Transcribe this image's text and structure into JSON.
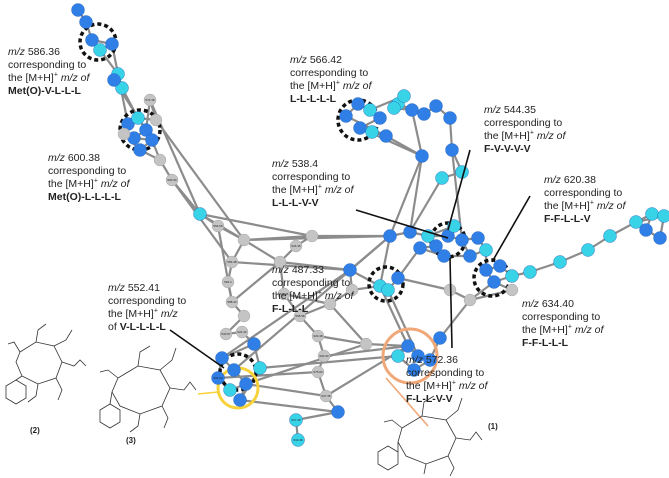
{
  "colors": {
    "edge": "#8c8c8c",
    "node_blue": "#2f7fe6",
    "node_cyan": "#39d3e8",
    "node_grey": "#c4c4c4",
    "highlight_orange": "#f0a878",
    "highlight_yellow": "#f7d23a",
    "cluster_ring": "#111111"
  },
  "annotations": [
    {
      "id": "a586",
      "mz": "m/z",
      "value": "586.36",
      "line2": "corresponding to",
      "line3": "the [M+H]",
      "sup": "+",
      "line3b": " m/z of",
      "sequence": "Met(O)-V-L-L-L"
    },
    {
      "id": "a566",
      "mz": "m/z",
      "value": "566.42",
      "line2": "corresponding to",
      "line3": "the [M+H]",
      "sup": "+",
      "line3b": " m/z of",
      "sequence": "L-L-L-L-L"
    },
    {
      "id": "a544",
      "mz": "m/z",
      "value": "544.35",
      "line2": "corresponding to",
      "line3": "the [M+H]",
      "sup": "+",
      "line3b": " m/z of",
      "sequence": "F-V-V-V-V"
    },
    {
      "id": "a600",
      "mz": "m/z",
      "value": "600.38",
      "line2": "corresponding to",
      "line3": "the [M+H]",
      "sup": "+",
      "line3b": " m/z of",
      "sequence": "Met(O)-L-L-L-L"
    },
    {
      "id": "a538",
      "mz": "m/z",
      "value": "538.4",
      "line2": "corresponding to",
      "line3": "the [M+H]",
      "sup": "+",
      "line3b": " m/z of",
      "sequence": "L-L-L-V-V"
    },
    {
      "id": "a620",
      "mz": "m/z",
      "value": "620.38",
      "line2": "corresponding to",
      "line3": "the [M+H]",
      "sup": "+",
      "line3b": " m/z of",
      "sequence": "F-F-L-L-V"
    },
    {
      "id": "a487",
      "mz": "m/z",
      "value": "487.33",
      "line2": "corresponding to",
      "line3": "the [M+H]",
      "sup": "+",
      "line3b": " m/z of",
      "sequence": "F-L-L-L"
    },
    {
      "id": "a552",
      "mz": "m/z",
      "value": "552.41",
      "line2": "corresponding to",
      "line3": "the [M+H]",
      "sup": "+",
      "line3b": " m/z",
      "line4": "of",
      "sequence": "V-L-L-L-L"
    },
    {
      "id": "a634",
      "mz": "m/z",
      "value": "634.40",
      "line2": "corresponding to",
      "line3": "the [M+H]",
      "sup": "+",
      "line3b": " m/z of",
      "sequence": "F-F-L-L-L"
    },
    {
      "id": "a572",
      "mz": "m/z",
      "value": "572.36",
      "line2": "corresponding to",
      "line3": "the [M+H]",
      "sup": "+",
      "line3b": " m/z of",
      "sequence": "F-L-L-V-V"
    }
  ],
  "structure_labels": {
    "s1": "(1)",
    "s2": "(2)",
    "s3": "(3)"
  },
  "node_labels": [
    "574.36",
    "590.34",
    "554.59",
    "584.38",
    "592.1",
    "588.43",
    "530.57",
    "624.42",
    "602.33",
    "517.48",
    "643.48",
    "524.35",
    "611.46",
    "558.38",
    "620.48",
    "603.33",
    "575.04",
    "527.35"
  ]
}
